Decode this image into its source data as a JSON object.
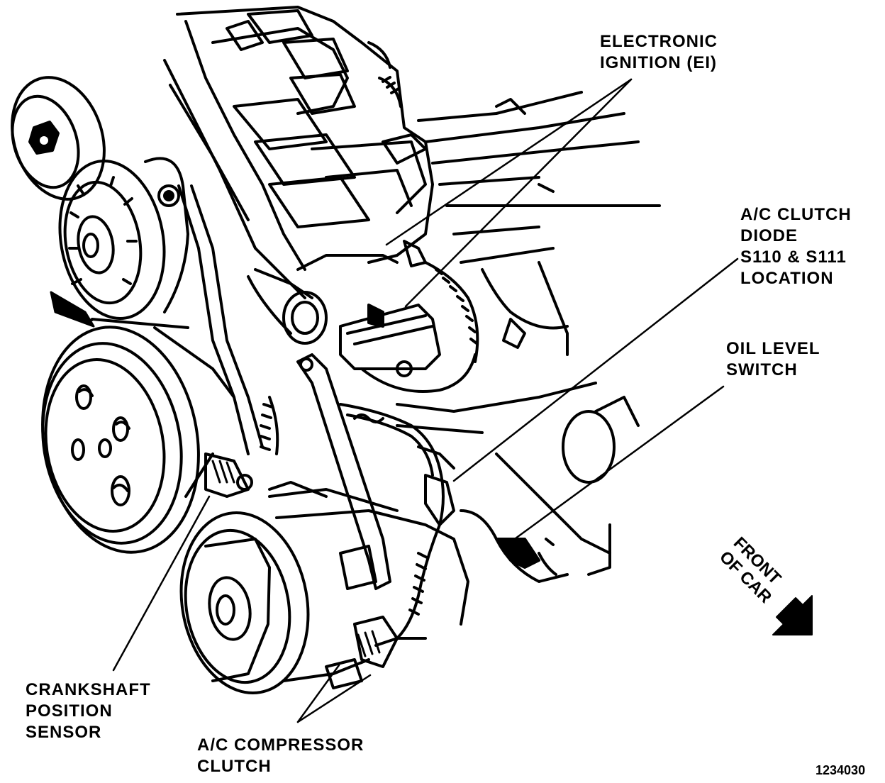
{
  "labels": {
    "electronic_ignition": [
      "ELECTRONIC",
      "IGNITION (EI)"
    ],
    "ac_clutch_diode": [
      "A/C CLUTCH",
      "DIODE",
      "S110 & S111",
      "LOCATION"
    ],
    "oil_level_switch": [
      "OIL LEVEL",
      "SWITCH"
    ],
    "crankshaft_sensor": [
      "CRANKSHAFT",
      "POSITION",
      "SENSOR"
    ],
    "ac_compressor_clutch": [
      "A/C COMPRESSOR",
      "CLUTCH"
    ]
  },
  "front_of_car": [
    "FRONT",
    "OF CAR"
  ],
  "figure_number": "1234030",
  "colors": {
    "ink": "#000000",
    "paper": "#ffffff"
  },
  "icons": {
    "front_arrow": "arrow-down-right-icon"
  }
}
